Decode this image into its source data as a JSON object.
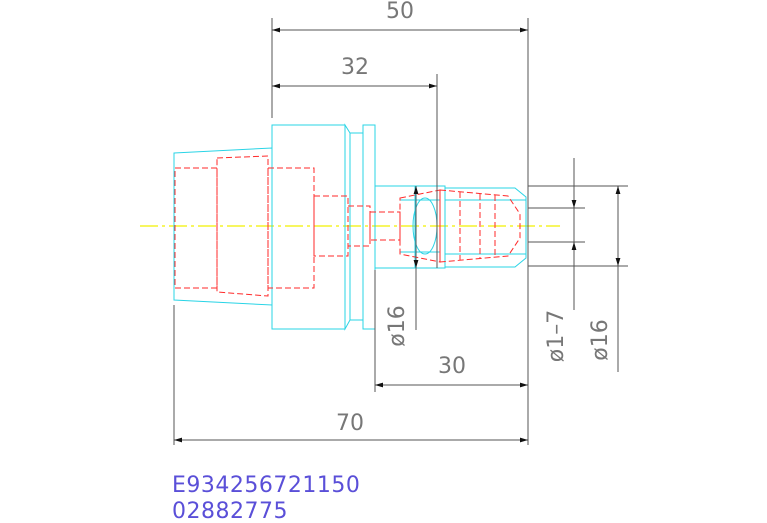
{
  "dimensions": {
    "total_length": "70",
    "length_50": "50",
    "length_32": "32",
    "length_30": "30",
    "dia_16_left": "ø16",
    "dia_range": "ø1–7",
    "dia_16_right": "ø16"
  },
  "identifiers": {
    "part_number": "E934256721150",
    "order_number": "02882775"
  },
  "colors": {
    "outline": "#2ad4e6",
    "hidden": "#ff2a2a",
    "dimension": "#555555",
    "centerline": "#f2f000",
    "code_text": "#5a4fd8"
  }
}
